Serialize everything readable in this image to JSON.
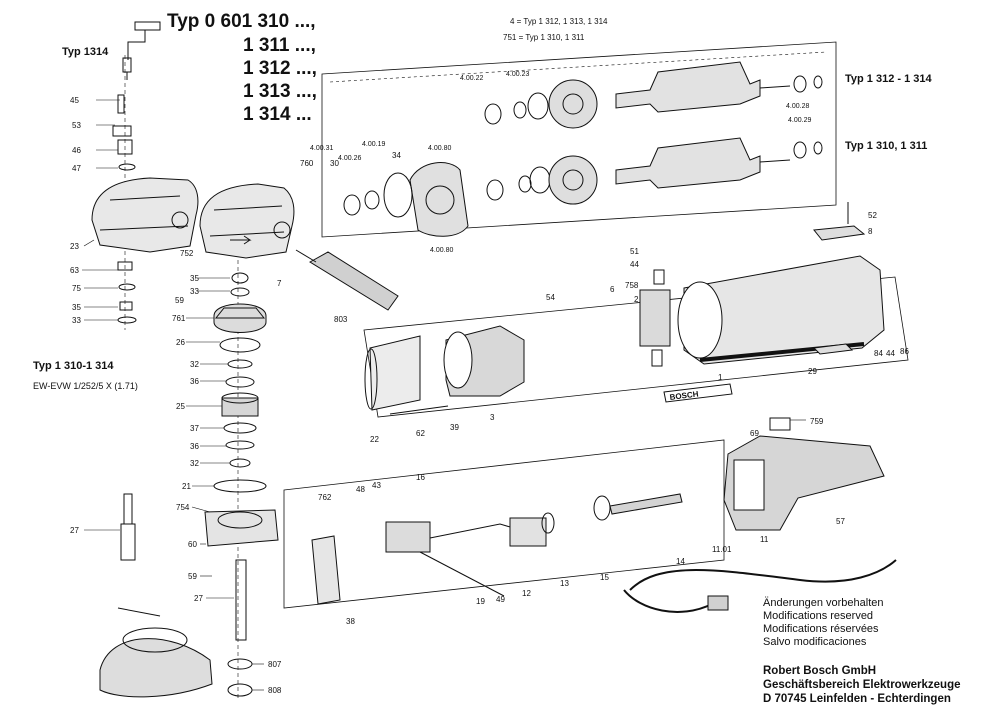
{
  "header": {
    "typ_prefix": "Typ",
    "types": [
      "0 601 310 ...,",
      "1 311 ...,",
      "1 312 ...,",
      "1 313 ...,",
      "1 314 ..."
    ],
    "typ_1314": "Typ 1314",
    "note_line1": "4 = Typ 1 312, 1 313, 1 314",
    "note_line2": "751 = Typ 1 310, 1 311",
    "typ_1312_1314": "Typ 1 312 - 1 314",
    "typ_1310_1311": "Typ 1 310, 1 311",
    "typ_range": "Typ  1 310-1 314",
    "evw": "EW-EVW 1/252/5 X (1.71)"
  },
  "parts": {
    "p45": "45",
    "p53": "53",
    "p46": "46",
    "p47": "47",
    "p23": "23",
    "p63": "63",
    "p75": "75",
    "p35a": "35",
    "p33a": "33",
    "p752": "752",
    "p760": "760",
    "p35b": "35",
    "p33b": "33",
    "p59a": "59",
    "p7": "7",
    "p761": "761",
    "p26": "26",
    "p32a": "32",
    "p36a": "36",
    "p25": "25",
    "p37": "37",
    "p36b": "36",
    "p32b": "32",
    "p21": "21",
    "p754": "754",
    "p27a": "27",
    "p60": "60",
    "p59b": "59",
    "p27b": "27",
    "p807": "807",
    "p808": "808",
    "p803": "803",
    "p4_00_31": "4.00.31",
    "p30": "30",
    "p4_00_26": "4.00.26",
    "p4_00_19": "4.00.19",
    "p34": "34",
    "p4_00_80a": "4.00.80",
    "p4_00_80b": "4.00.80",
    "p4_00_22": "4.00.22",
    "p4_00_23": "4.00.23",
    "p4_00_28": "4.00.28",
    "p4_00_29": "4.00.29",
    "p52": "52",
    "p8": "8",
    "p51": "51",
    "p44a": "44",
    "p758": "758",
    "p6": "6",
    "p2": "2",
    "p54": "54",
    "p22": "22",
    "p62": "62",
    "p39": "39",
    "p3": "3",
    "p1": "1",
    "p29": "29",
    "p84": "84",
    "p44b": "44",
    "p86": "86",
    "p759": "759",
    "p69": "69",
    "p57": "57",
    "p11_01": "11.01",
    "p11": "11",
    "p48": "48",
    "p43": "43",
    "p16": "16",
    "p762": "762",
    "p38": "38",
    "p19": "19",
    "p49": "49",
    "p12": "12",
    "p13": "13",
    "p15": "15",
    "p14": "14",
    "brand": "BOSCH"
  },
  "notes": {
    "line1": "Änderungen vorbehalten",
    "line2": "Modifications reserved",
    "line3": "Modifications réservées",
    "line4": "Salvo modificaciones"
  },
  "company": {
    "name": "Robert Bosch GmbH",
    "division": "Geschäftsbereich Elektrowerkzeuge",
    "address": "D 70745 Leinfelden - Echterdingen"
  }
}
